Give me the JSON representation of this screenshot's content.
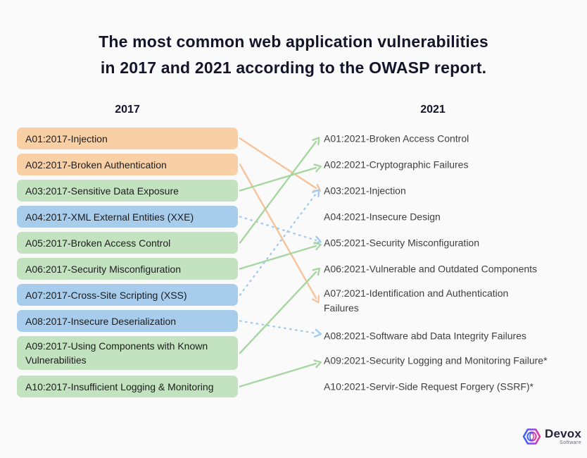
{
  "title": {
    "line1": "The most common web application vulnerabilities",
    "line2": "in 2017 and 2021 according to the OWASP report."
  },
  "columns": {
    "left": {
      "header": "2017",
      "items": [
        {
          "label": "A01:2017-Injection",
          "color": "orange"
        },
        {
          "label": "A02:2017-Broken Authentication",
          "color": "orange"
        },
        {
          "label": "A03:2017-Sensitive Data Exposure",
          "color": "green"
        },
        {
          "label": "A04:2017-XML External Entities (XXE)",
          "color": "blue"
        },
        {
          "label": "A05:2017-Broken Access Control",
          "color": "green"
        },
        {
          "label": "A06:2017-Security Misconfiguration",
          "color": "green"
        },
        {
          "label": "A07:2017-Cross-Site Scripting (XSS)",
          "color": "blue"
        },
        {
          "label": "A08:2017-Insecure Deserialization",
          "color": "blue"
        },
        {
          "label": "A09:2017-Using Components with Known Vulnerabilities",
          "color": "green"
        },
        {
          "label": "A10:2017-Insufficient Logging & Monitoring",
          "color": "green"
        }
      ]
    },
    "right": {
      "header": "2021",
      "items": [
        {
          "label": "A01:2021-Broken Access Control"
        },
        {
          "label": "A02:2021-Cryptographic Failures"
        },
        {
          "label": "A03:2021-Injection"
        },
        {
          "label": "A04:2021-Insecure Design"
        },
        {
          "label": "A05:2021-Security Misconfiguration"
        },
        {
          "label": "A06:2021-Vulnerable and Outdated Components"
        },
        {
          "label": "A07:2021-Identification and Authentication\nFailures"
        },
        {
          "label": "A08:2021-Software abd Data Integrity Failures"
        },
        {
          "label": "A09:2021-Security Logging and Monitoring Failure*"
        },
        {
          "label": "A10:2021-Servir-Side Request Forgery (SSRF)*"
        }
      ]
    }
  },
  "connections": [
    {
      "from": 0,
      "to": 2,
      "color": "orange",
      "style": "solid"
    },
    {
      "from": 1,
      "to": 6,
      "color": "orange",
      "style": "solid"
    },
    {
      "from": 2,
      "to": 1,
      "color": "green",
      "style": "solid"
    },
    {
      "from": 3,
      "to": 4,
      "color": "blue",
      "style": "dashed"
    },
    {
      "from": 4,
      "to": 0,
      "color": "green",
      "style": "solid"
    },
    {
      "from": 5,
      "to": 4,
      "color": "green",
      "style": "solid"
    },
    {
      "from": 6,
      "to": 2,
      "color": "blue",
      "style": "dashed"
    },
    {
      "from": 7,
      "to": 7,
      "color": "blue",
      "style": "dashed"
    },
    {
      "from": 8,
      "to": 5,
      "color": "green",
      "style": "solid"
    },
    {
      "from": 9,
      "to": 8,
      "color": "green",
      "style": "solid"
    }
  ],
  "colors": {
    "box_orange": "#F9D0A6",
    "box_green": "#C3E2C0",
    "box_blue": "#A7CCEC",
    "line_orange": "#F6C39A",
    "line_green": "#A6D7A1",
    "line_blue": "#A4CBF0",
    "title_text": "#14142B",
    "box_text": "#1C1C1C",
    "right_text": "#3F3F3F",
    "background": "#FAFAFA"
  },
  "logo": {
    "name": "Devox",
    "subtitle": "Software",
    "gradient": [
      "#2E6BF6",
      "#8A43E8",
      "#E8389F"
    ]
  }
}
